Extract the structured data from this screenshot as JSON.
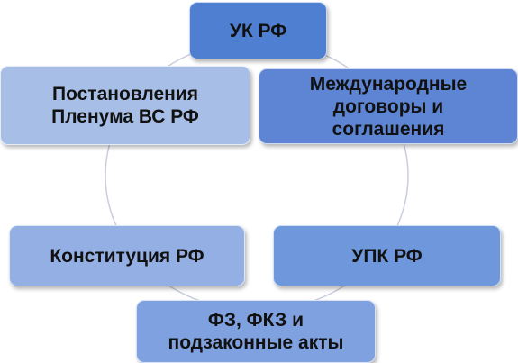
{
  "colors": {
    "ring": "#c8cedb",
    "uk": "#4f7fd0",
    "intl": "#5d85d4",
    "upk": "#6f97dc",
    "fz": "#7fa1df",
    "const": "#93afe3",
    "plenum": "#a7bee7"
  },
  "nodes": {
    "uk": "УК РФ",
    "intl": "Международные\nдоговоры и\nсоглашения",
    "upk": "УПК РФ",
    "fz": "ФЗ, ФКЗ и\nподзаконные акты",
    "const": "Конституция РФ",
    "plenum": "Постановления\nПленума ВС РФ"
  }
}
